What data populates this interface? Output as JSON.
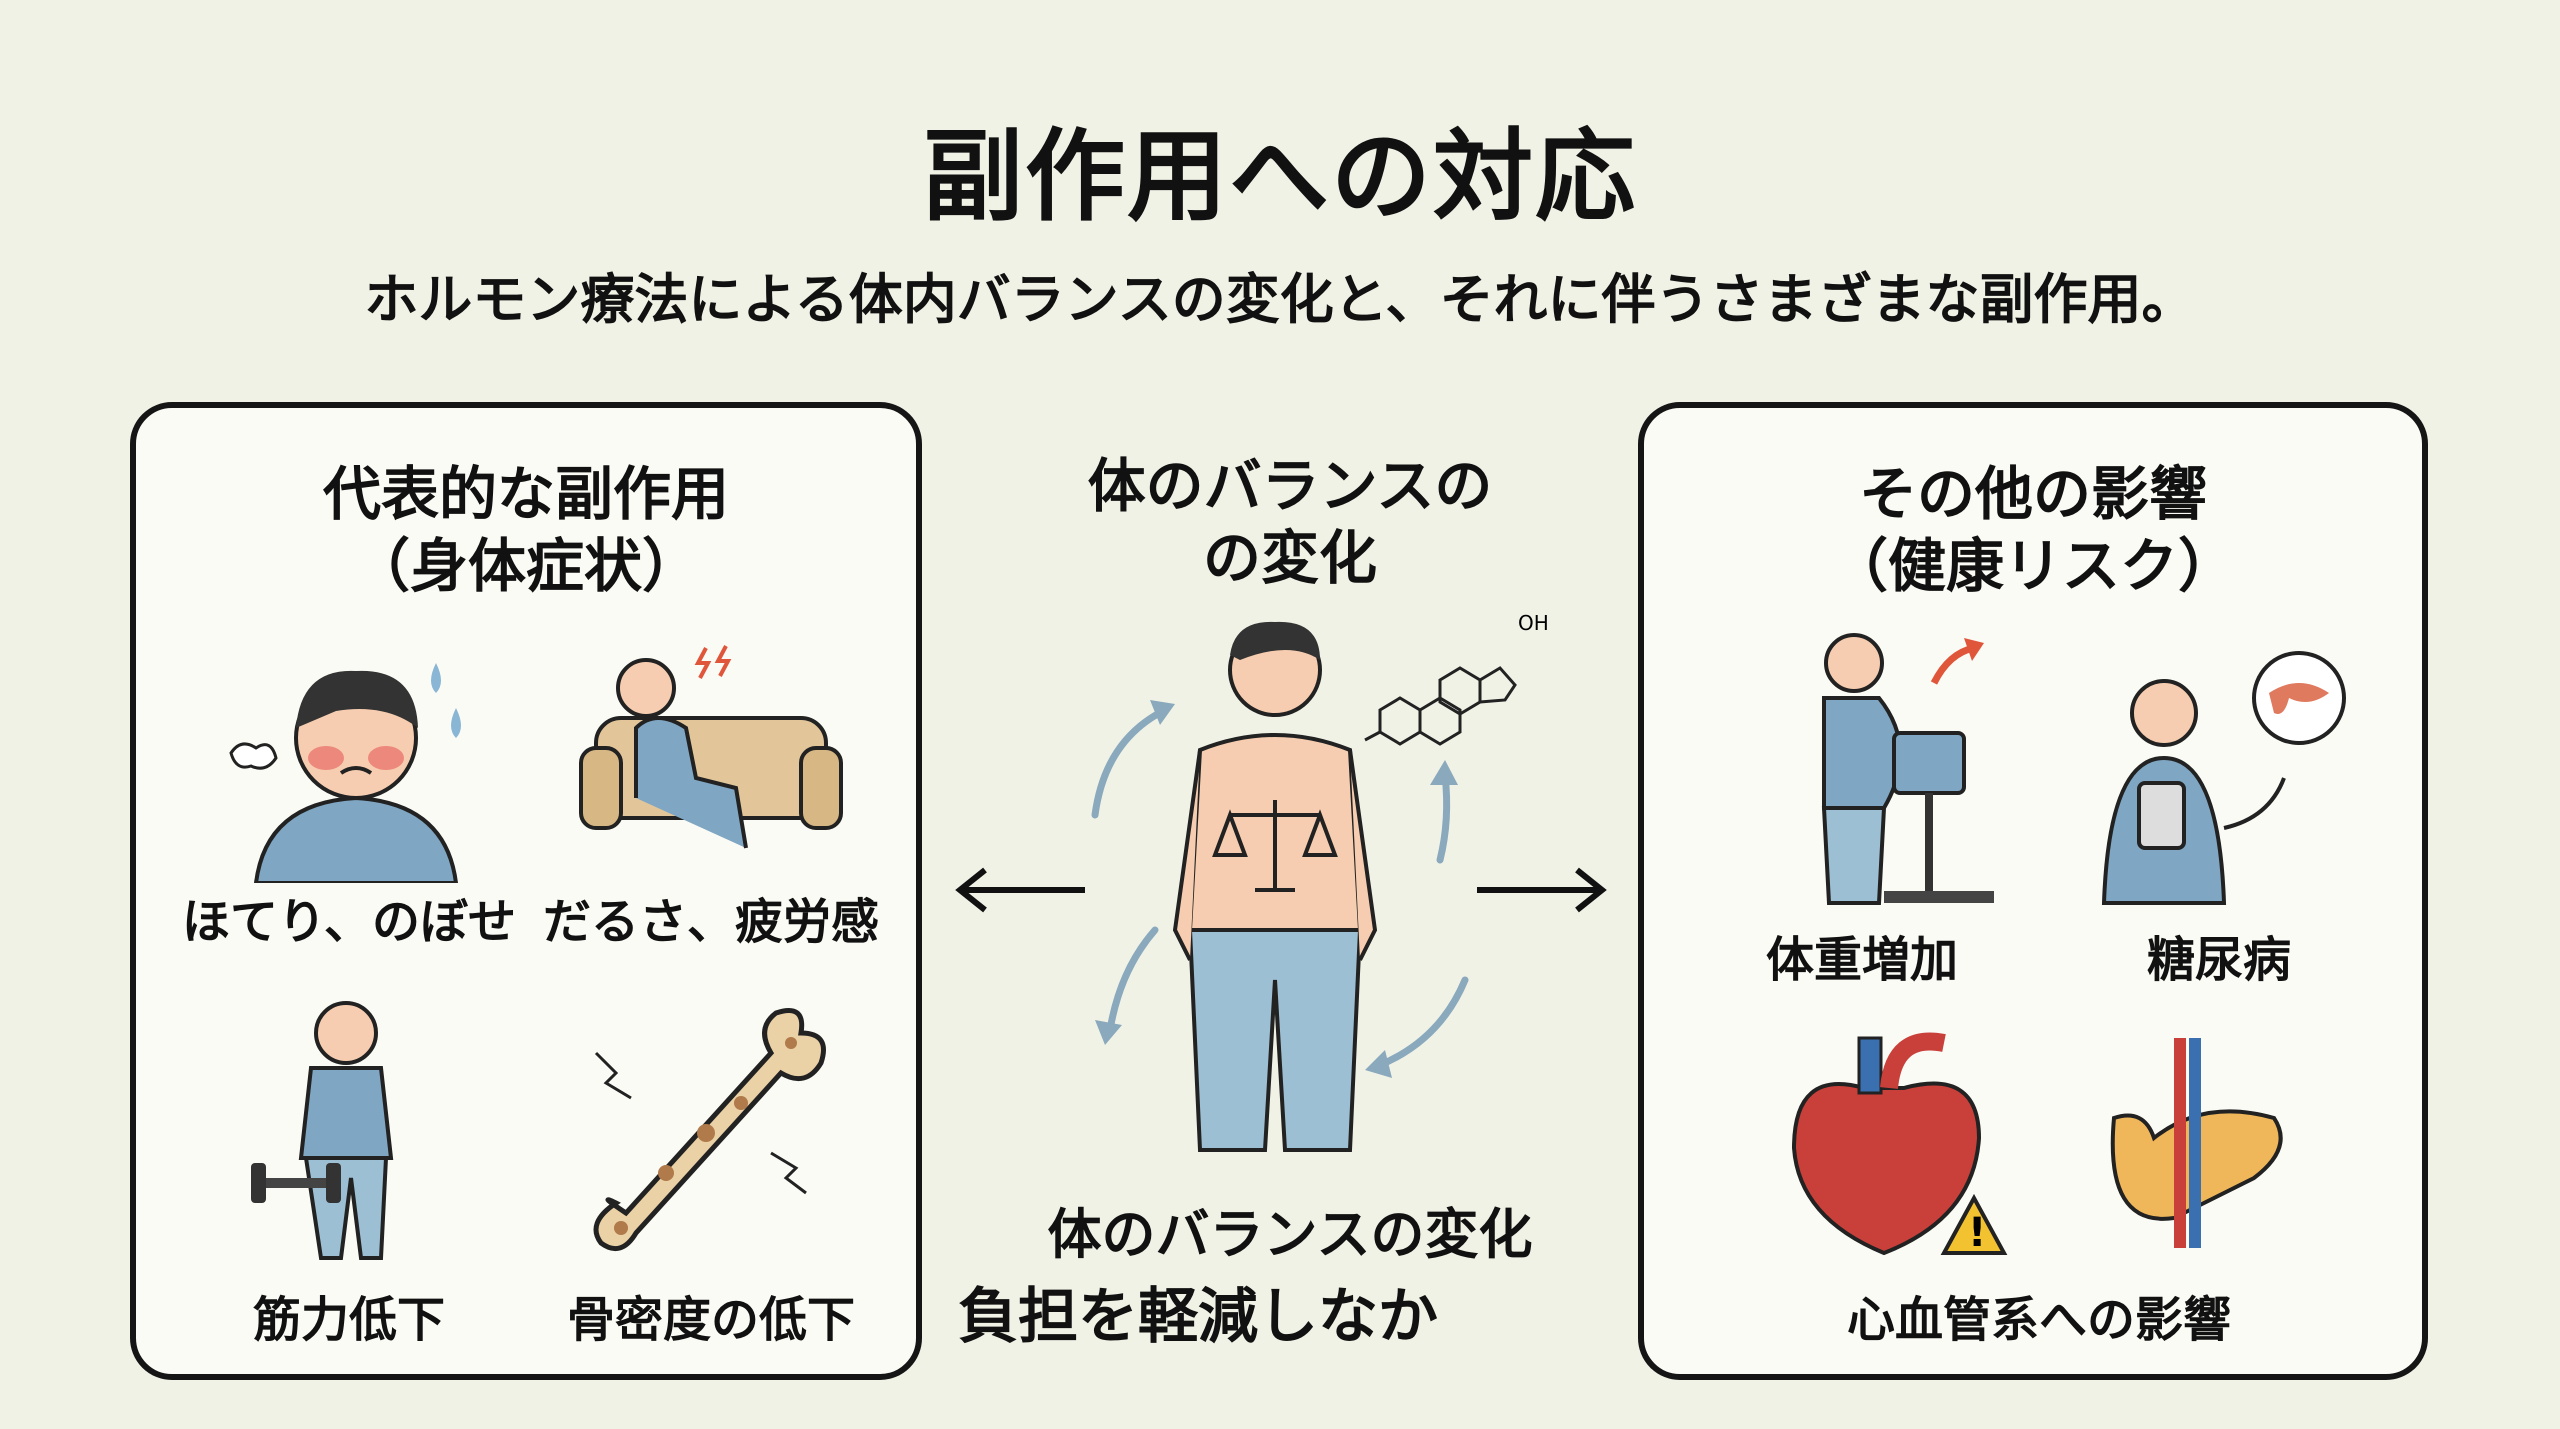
{
  "title": "副作用への対応",
  "subtitle": "ホルモン療法による体内バランスの変化と、それに伴うさまざまな副作用。",
  "left_panel": {
    "heading_line1": "代表的な副作用",
    "heading_line2": "（身体症状）",
    "items": [
      {
        "label": "ほてり、のぼせ",
        "icon": "hot-flash-person-icon"
      },
      {
        "label": "だるさ、疲労感",
        "icon": "fatigue-sofa-icon"
      },
      {
        "label": "筋力低下",
        "icon": "muscle-weakness-icon"
      },
      {
        "label": "骨密度の低下",
        "icon": "bone-density-icon"
      }
    ]
  },
  "center": {
    "heading_line1": "体のバランスの",
    "heading_line2": "の変化",
    "molecule_label": "OH",
    "caption": "体のバランスの変化",
    "bottom_text": "負担を軽減しなか"
  },
  "right_panel": {
    "heading_line1": "その他の影響",
    "heading_line2": "（健康リスク）",
    "items": [
      {
        "label": "体重増加",
        "icon": "weight-gain-icon"
      },
      {
        "label": "糖尿病",
        "icon": "diabetes-icon"
      },
      {
        "label": "心血管系への影響",
        "icon": "heart-pancreas-icon"
      }
    ]
  },
  "colors": {
    "background": "#f1f2e6",
    "skin": "#f6cdb0",
    "shirt": "#7fa6c2",
    "pants": "#9cbfd3",
    "arrow": "#8aa9bd",
    "accent": "#e0563a"
  }
}
